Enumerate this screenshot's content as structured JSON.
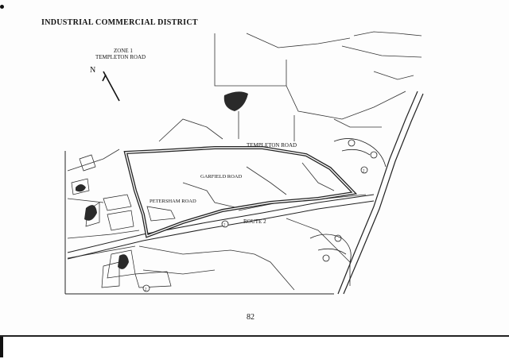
{
  "document": {
    "title": "INDUSTRIAL COMMERCIAL DISTRICT",
    "page_number": "82"
  },
  "map": {
    "zone_label": "ZONE 1",
    "zone_road": "TEMPLETON ROAD",
    "north_arrow_label": "N",
    "roads": {
      "templeton": "TEMPLETON ROAD",
      "garfield": "GARFIELD ROAD",
      "petersham": "PETERSHAM ROAD",
      "route2": "ROUTE 2"
    },
    "route_shields": [
      "2",
      "2",
      "2"
    ]
  }
}
